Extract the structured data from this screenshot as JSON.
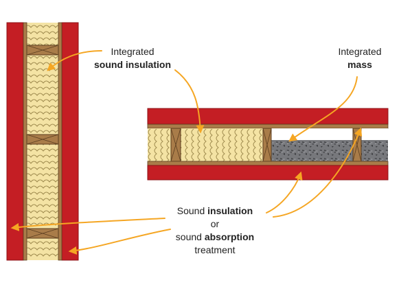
{
  "colors": {
    "outer_layer": "#c41e24",
    "outer_layer_edge": "#8d1116",
    "stud_wood": "#a97c49",
    "stud_wood_edge": "#5b3e20",
    "insulation": "#f4e3a4",
    "insulation_line": "#9e8a4e",
    "mass_fill": "#77787c",
    "mass_flecks": "#3a3b3e",
    "mass_highlight": "#c6c8cc",
    "callout_arrow": "#f5a623",
    "text": "#222222"
  },
  "labels": {
    "integrated_insulation": {
      "line1": "Integrated",
      "line2": "sound insulation"
    },
    "integrated_mass": {
      "line1": "Integrated",
      "line2": "mass"
    },
    "treatment": {
      "line1_pre": "Sound ",
      "line1_bold": "insulation",
      "line2": "or",
      "line3_pre": "sound ",
      "line3_bold": "absorption",
      "line4": "treatment"
    }
  }
}
